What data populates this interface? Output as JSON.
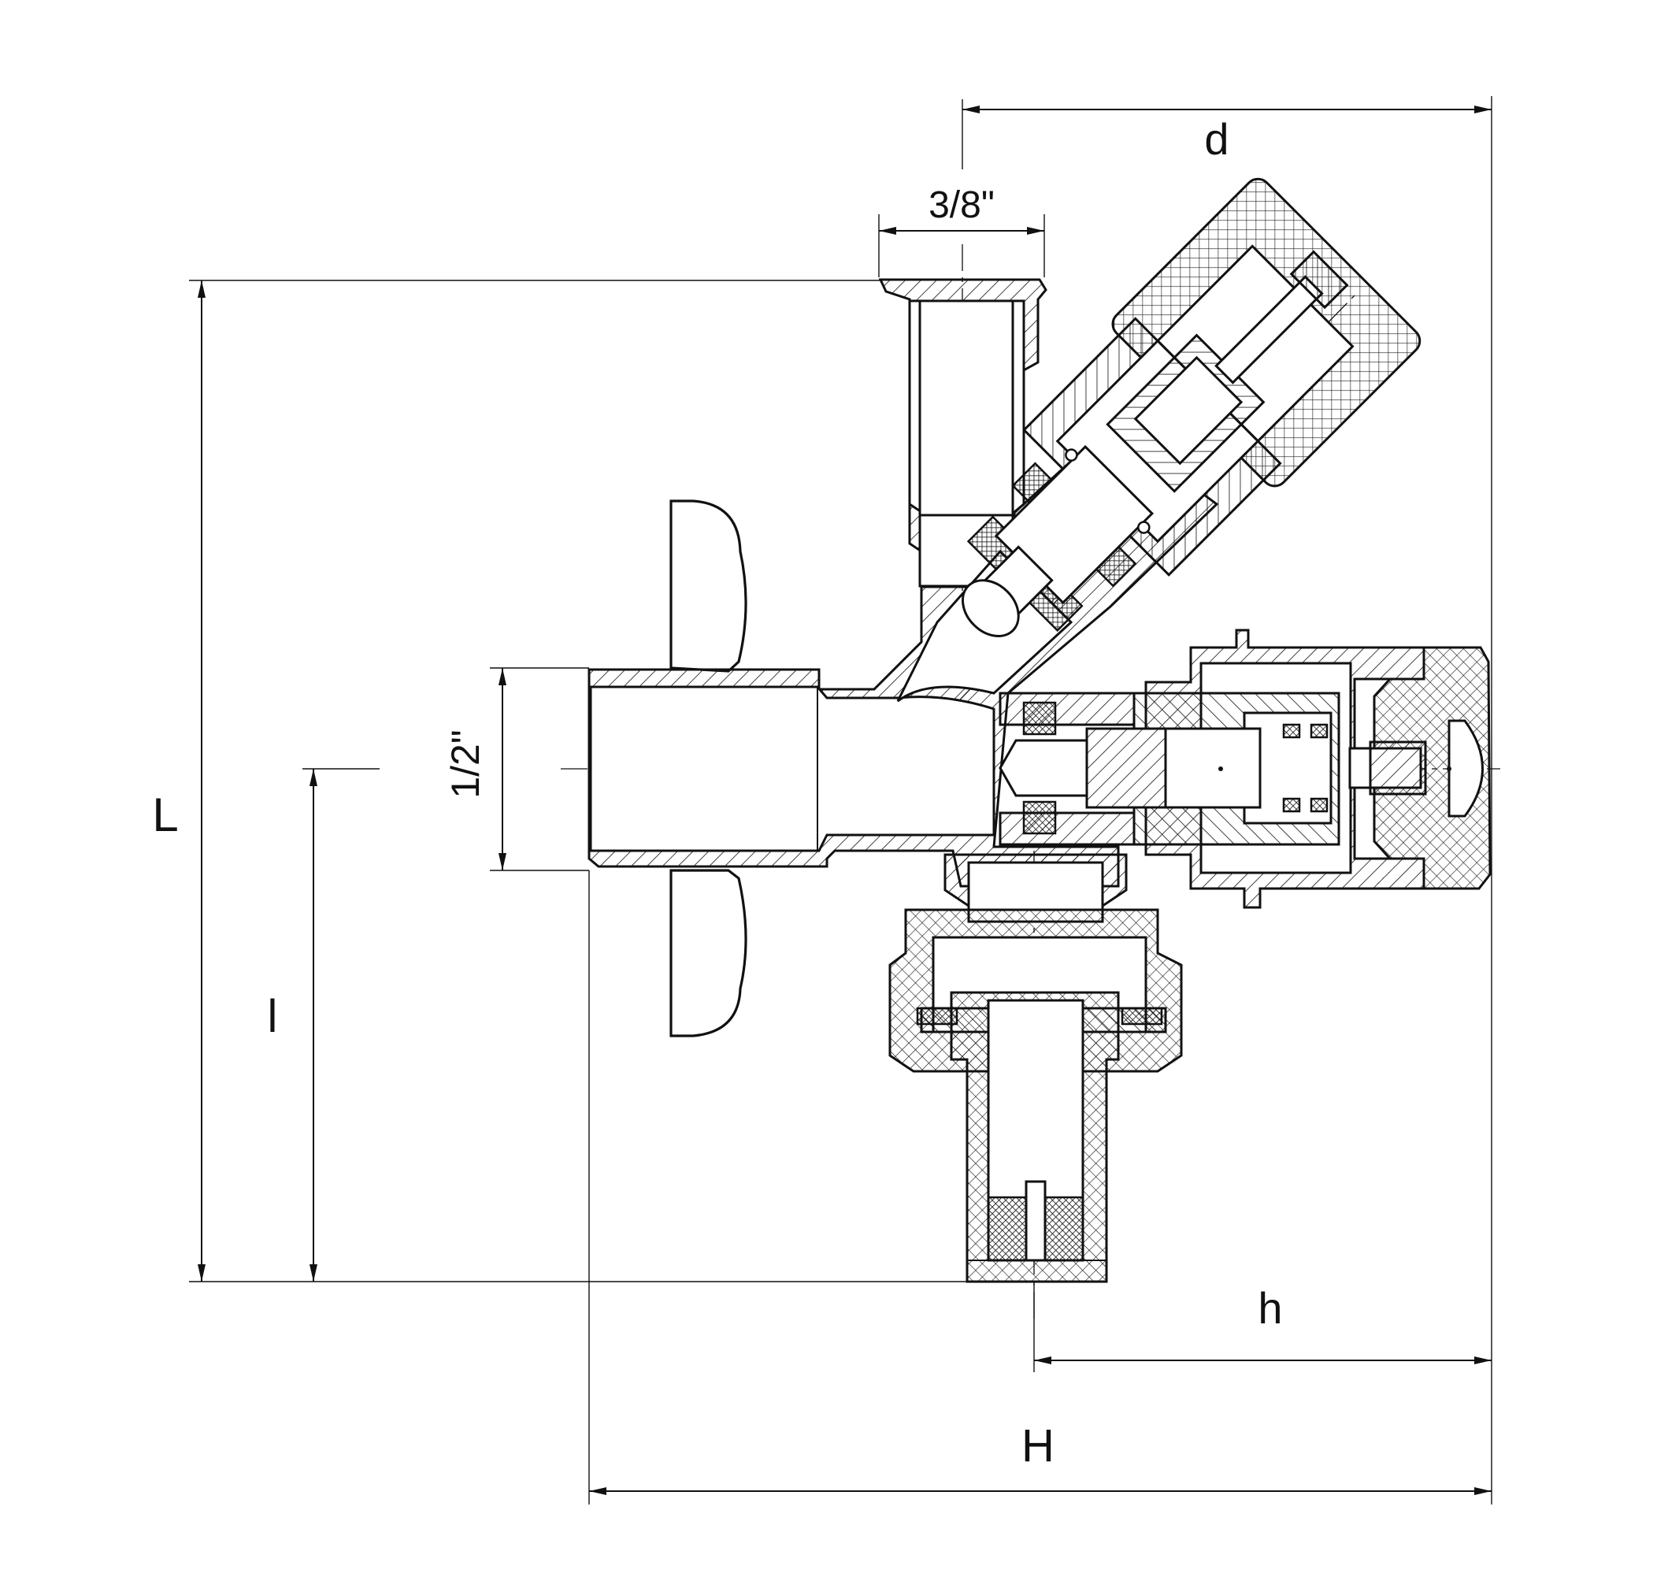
{
  "labels": {
    "d": "d",
    "three_eighths": "3/8\"",
    "L": "L",
    "half": "1/2\"",
    "l": "l",
    "h": "h",
    "H": "H"
  },
  "colors": {
    "stroke": "#111111",
    "background": "#ffffff"
  }
}
